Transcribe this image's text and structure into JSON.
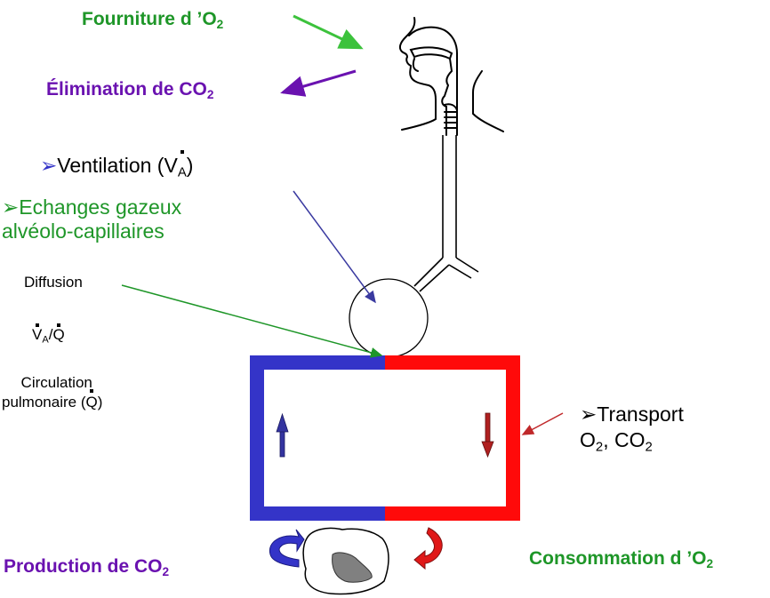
{
  "labels": {
    "o2_supply": {
      "text": "Fourniture d ’O",
      "sub": "2"
    },
    "co2_elimination": {
      "text": "Élimination  de CO",
      "sub": "2"
    },
    "ventilation": {
      "bullet": "➢",
      "text": "Ventilation  (V",
      "sub": "A",
      "close": ")"
    },
    "gas_exchange": {
      "bullet": "➢",
      "line1": "Echanges gazeux",
      "line2": "alvéolo-capillaires"
    },
    "diffusion": "Diffusion",
    "va_q": {
      "v": "V",
      "sub": "A",
      "slash": "/",
      "q": "Q"
    },
    "circulation": {
      "line1": "Circulation",
      "line2": "pulmonaire (",
      "q": "Q",
      "close": ")"
    },
    "transport": {
      "bullet": "➢",
      "line1": "Transport",
      "o": "O",
      "o_sub": "2",
      "sep": ", CO",
      "co_sub": "2"
    },
    "co2_production": {
      "text": "Production de CO",
      "sub": "2"
    },
    "o2_consumption": {
      "text": "Consommation d ’O",
      "sub": "2"
    }
  },
  "colors": {
    "venous_blue": "#3434c8",
    "arterial_red": "#ff0a0a",
    "label_green": "#1e9628",
    "label_purple": "#6a12b0",
    "arrow_green": "#3cc23c",
    "arrow_purple": "#6a12b0",
    "arrow_navy": "#3a3aa0",
    "arrow_darkred": "#c0282a",
    "cell_nucleus": "#808080"
  },
  "icons": {
    "head_airway": "head-profile-airway-illustration",
    "alveolus": "alveolus-circle",
    "tissue_cell": "tissue-cell-with-nucleus"
  }
}
